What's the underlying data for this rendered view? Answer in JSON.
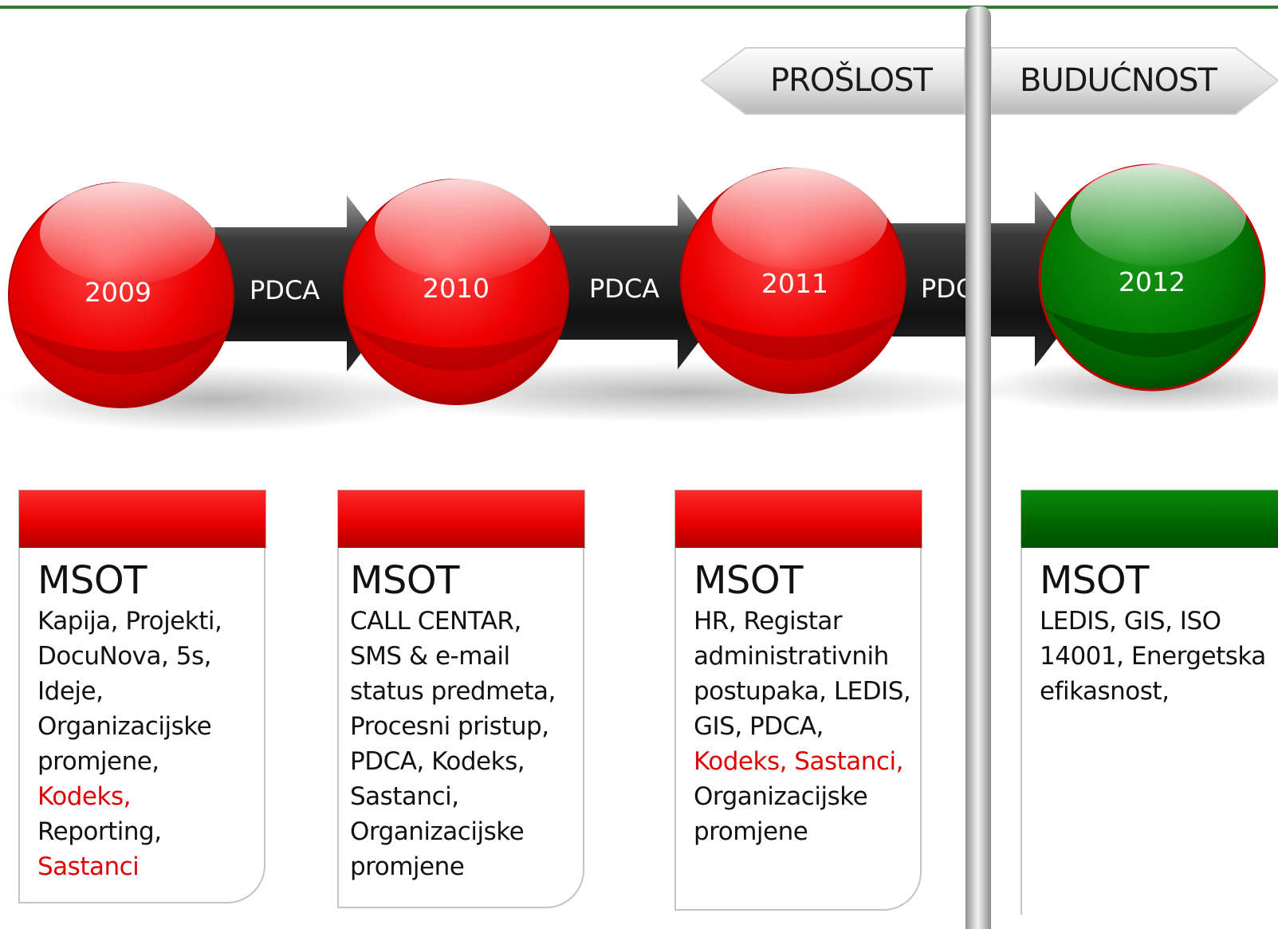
{
  "signpost": {
    "past_label": "PROŠLOST",
    "future_label": "BUDUĆNOST"
  },
  "timeline": {
    "connector_label": "PDCA",
    "years": [
      {
        "label": "2009",
        "color": "#e60000"
      },
      {
        "label": "2010",
        "color": "#e60000"
      },
      {
        "label": "2011",
        "color": "#e60000"
      },
      {
        "label": "2012",
        "color": "#007000"
      }
    ]
  },
  "cards": [
    {
      "title": "MSOT",
      "header_color": "#e60000",
      "parts": [
        {
          "text": "Kapija, Projekti, DocuNova, 5s, Ideje, Organizacijske promjene, ",
          "highlight": false
        },
        {
          "text": "Kodeks,",
          "highlight": true
        },
        {
          "text": " Reporting, ",
          "highlight": false
        },
        {
          "text": "Sastanci",
          "highlight": true
        }
      ]
    },
    {
      "title": "MSOT",
      "header_color": "#e60000",
      "parts": [
        {
          "text": "CALL CENTAR, SMS & e-mail status predmeta, Procesni pristup, PDCA, Kodeks, Sastanci, Organizacijske promjene",
          "highlight": false
        }
      ]
    },
    {
      "title": "MSOT",
      "header_color": "#e60000",
      "parts": [
        {
          "text": "HR, Registar administrativnih postupaka, LEDIS, GIS, PDCA, ",
          "highlight": false
        },
        {
          "text": "Kodeks, Sastanci,",
          "highlight": true
        },
        {
          "text": " Organizacijske promjene",
          "highlight": false
        }
      ]
    },
    {
      "title": "MSOT",
      "header_color": "#007000",
      "parts": [
        {
          "text": "LEDIS, GIS, ISO 14001, Energetska efikasnost,",
          "highlight": false
        }
      ]
    }
  ],
  "colors": {
    "accent_red": "#e60000",
    "accent_green": "#007000",
    "top_line": "#2e7d32",
    "highlight_text": "#e00000"
  }
}
